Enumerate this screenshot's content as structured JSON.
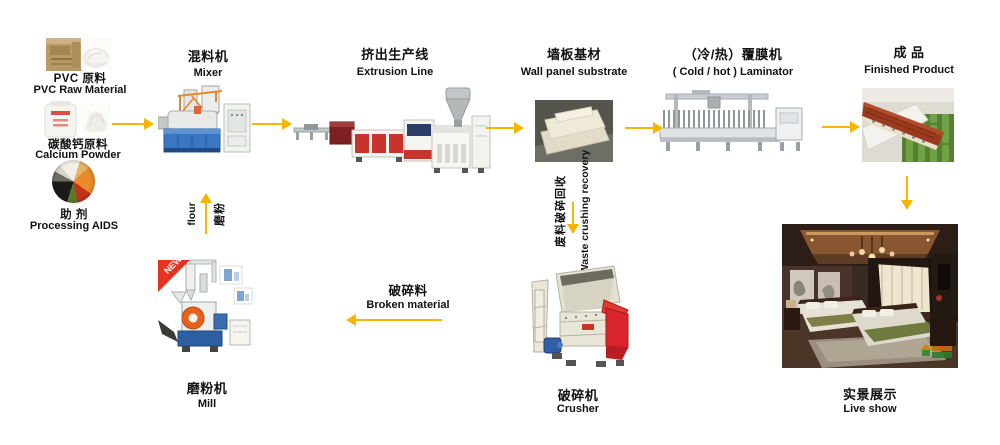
{
  "colors": {
    "arrow": "#F7B500",
    "text": "#111111"
  },
  "materials": {
    "pvc": {
      "zh": "PVC 原料",
      "en": "PVC Raw Material"
    },
    "calcium": {
      "zh": "碳酸钙原料",
      "en": "Calcium Powder"
    },
    "aids": {
      "zh": "助 剂",
      "en": "Processing AIDS"
    }
  },
  "stations": {
    "mixer": {
      "zh": "混料机",
      "en": "Mixer"
    },
    "extrusion": {
      "zh": "挤出生产线",
      "en": "Extrusion Line"
    },
    "substrate": {
      "zh": "墙板基材",
      "en": "Wall panel substrate"
    },
    "laminator": {
      "zh": "（冷/热）覆膜机",
      "en": "( Cold / hot ) Laminator"
    },
    "finished": {
      "zh": "成 品",
      "en": "Finished Product"
    },
    "crusher": {
      "zh": "破碎机",
      "en": "Crusher"
    },
    "mill": {
      "zh": "磨粉机",
      "en": "Mill"
    },
    "liveshow": {
      "zh": "实景展示",
      "en": "Live show"
    }
  },
  "flows": {
    "flour": {
      "zh": "磨粉",
      "en": "flour"
    },
    "waste": {
      "zh": "废料破碎回收",
      "en": "Waste crushing recovery"
    },
    "broken": {
      "zh": "破碎料",
      "en": "Broken material"
    }
  },
  "badges": {
    "new": "NEW"
  }
}
